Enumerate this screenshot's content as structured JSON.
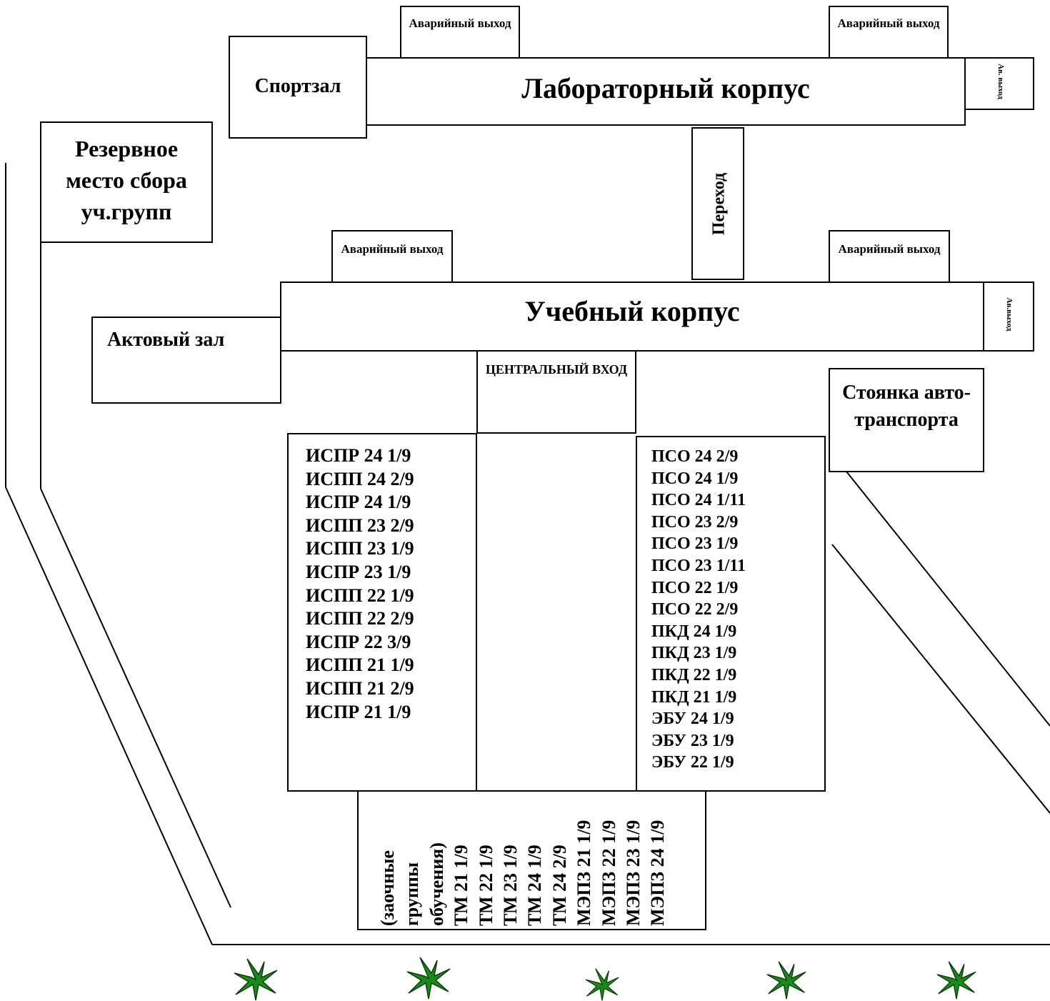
{
  "buildings": {
    "gym": "Спортзал",
    "lab": "Лабораторный корпус",
    "study": "Учебный корпус",
    "hall": "Актовый зал",
    "passage": "Переход",
    "reserve": "Резервное место сбора уч.групп",
    "parking": "Стоянка авто-транспорта",
    "entrance": "ЦЕНТРАЛЬНЫЙ ВХОД"
  },
  "exits": {
    "emergency": "Аварийный выход",
    "av_short_1": "Ав. выход",
    "av_short_2": "Ав.выход"
  },
  "groups_left": [
    "ИСПР 24 1/9",
    "ИСПП 24 2/9",
    "ИСПР 24 1/9",
    "ИСПП 23 2/9",
    "ИСПП 23 1/9",
    "ИСПР 23 1/9",
    "ИСПП 22 1/9",
    "ИСПП 22 2/9",
    "ИСПР 22 3/9",
    "ИСПП 21 1/9",
    "ИСПП 21 2/9",
    "ИСПР 21 1/9"
  ],
  "groups_right": [
    "ПСО 24 2/9",
    "ПСО 24 1/9",
    "ПСО 24 1/11",
    "ПСО 23 2/9",
    "ПСО 23 1/9",
    "ПСО 23 1/11",
    "ПСО 22 1/9",
    "ПСО 22 2/9",
    "ПКД 24 1/9",
    "ПКД 23 1/9",
    "ПКД 22 1/9",
    "ПКД 21 1/9",
    "ЭБУ 24 1/9",
    "ЭБУ 23 1/9",
    "ЭБУ 22 1/9"
  ],
  "groups_bottom": [
    "(заочные",
    "группы",
    "обучения)",
    "ТМ 21 1/9",
    "ТМ 22 1/9",
    "ТМ 23 1/9",
    "ТМ 24 1/9",
    "ТМ 24 2/9",
    "МЭПЗ 21 1/9",
    "МЭПЗ 22 1/9",
    "МЭПЗ 23 1/9",
    "МЭПЗ 24 1/9"
  ],
  "colors": {
    "plant": "#1a8a1a",
    "line": "#000000"
  }
}
